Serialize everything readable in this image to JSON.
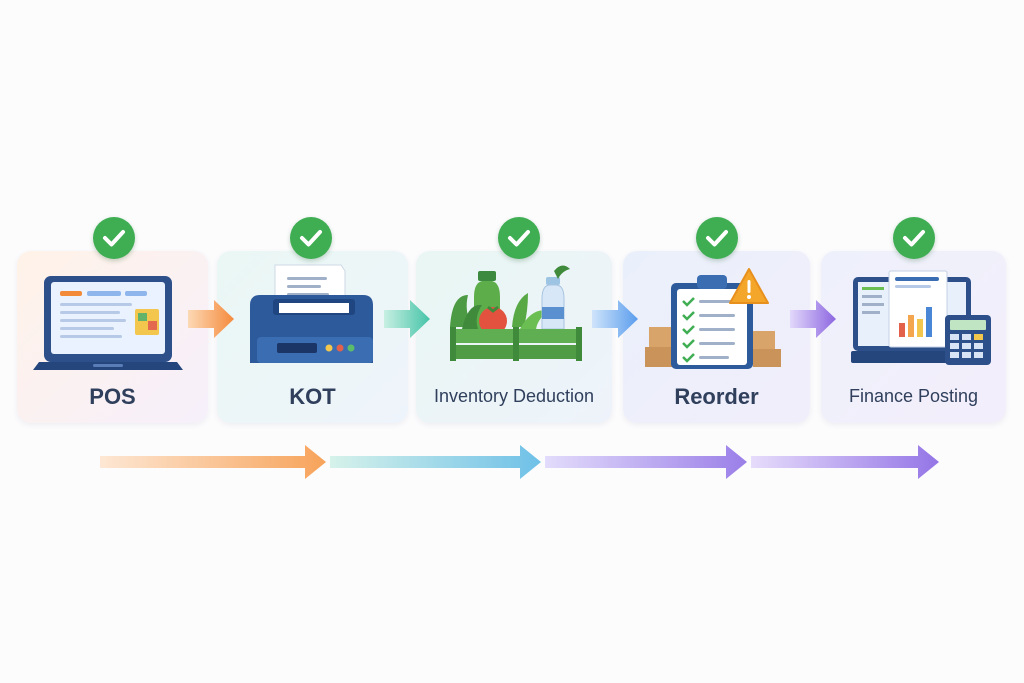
{
  "steps": [
    {
      "label": "POS",
      "icon": "laptop-pos-icon",
      "status": "complete"
    },
    {
      "label": "KOT",
      "icon": "receipt-printer-icon",
      "status": "complete"
    },
    {
      "label": "Inventory Deduction",
      "icon": "produce-crate-icon",
      "status": "complete"
    },
    {
      "label": "Reorder",
      "icon": "clipboard-alert-icon",
      "status": "complete"
    },
    {
      "label": "Finance Posting",
      "icon": "finance-dashboard-icon",
      "status": "complete"
    }
  ],
  "colors": {
    "check": "#3fae53",
    "label": "#2f3f5c",
    "arrow_orange": "#f7a05a",
    "arrow_teal": "#5ec8c0",
    "arrow_blue": "#6aa9f0",
    "arrow_purple": "#9a7fe8"
  }
}
